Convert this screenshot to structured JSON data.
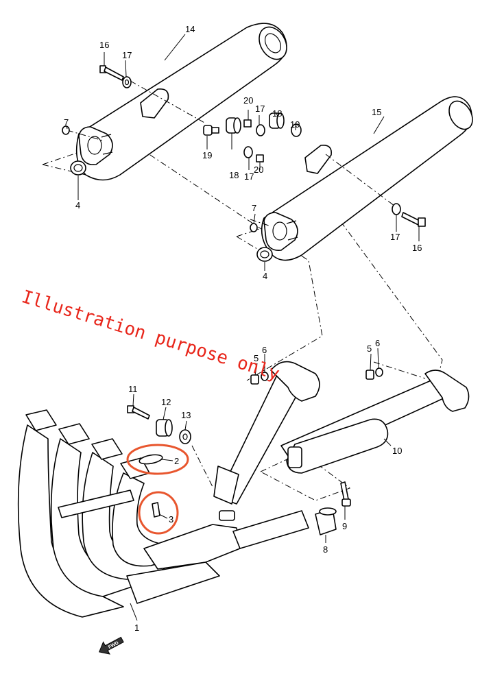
{
  "labels": {
    "n1": "1",
    "n2": "2",
    "n3": "3",
    "n4a": "4",
    "n4b": "4",
    "n5a": "5",
    "n5b": "5",
    "n6a": "6",
    "n6b": "6",
    "n7a": "7",
    "n7b": "7",
    "n8": "8",
    "n9": "9",
    "n10": "10",
    "n11": "11",
    "n12": "12",
    "n13": "13",
    "n14": "14",
    "n15": "15",
    "n16a": "16",
    "n16b": "16",
    "n17a": "17",
    "n17b": "17",
    "n17c": "17",
    "n17d": "17",
    "n18a": "18",
    "n18b": "18",
    "n19a": "19",
    "n19b": "19",
    "n20a": "20",
    "n20b": "20"
  },
  "annotation": {
    "text": "Illustration purpose only",
    "color": "#e8261b"
  },
  "highlight_color": "#e8562e",
  "fwd_label": "FWD"
}
